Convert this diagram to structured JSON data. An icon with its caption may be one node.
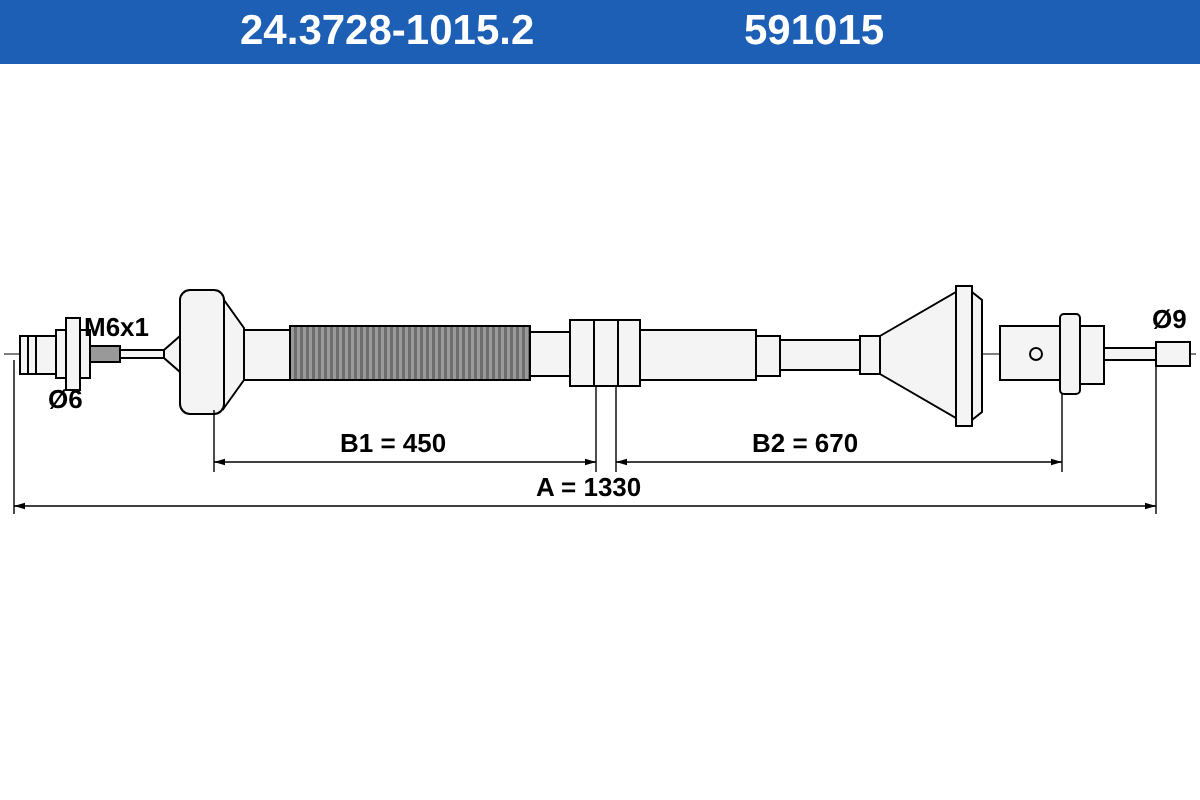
{
  "diagram": {
    "labels": [
      "24.3728-1015.2",
      "591015",
      "M6x1",
      "Ø6",
      "Ø9",
      "B1 = 450",
      "B2 = 670",
      "A = 1330"
    ]
  }
}
